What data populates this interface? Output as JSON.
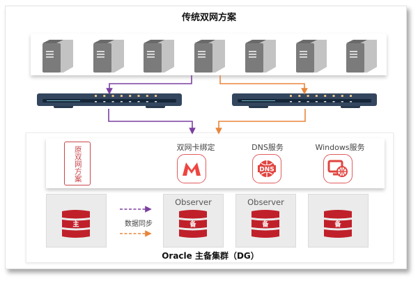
{
  "title": "传统双网方案",
  "servers": [
    {
      "name": "server-1"
    },
    {
      "name": "server-2"
    },
    {
      "name": "server-3"
    },
    {
      "name": "server-4"
    },
    {
      "name": "server-5"
    },
    {
      "name": "server-6"
    },
    {
      "name": "server-7"
    }
  ],
  "switches": [
    {
      "name": "switch-left",
      "port_count": 8
    },
    {
      "name": "switch-right",
      "port_count": 8
    }
  ],
  "colors": {
    "network_a": "#7b3fa0",
    "network_b": "#e8863c",
    "accent_red": "#c0202a",
    "icon_red": "#e05c5c",
    "switch_body": "#33465e"
  },
  "original_scheme_label": "原双网方案",
  "services": [
    {
      "label": "双网卡绑定",
      "icon": "m-logo-icon"
    },
    {
      "label": "DNS服务",
      "icon": "dns-globe-icon"
    },
    {
      "label": "Windows服务",
      "icon": "monitor-globe-icon"
    }
  ],
  "databases": [
    {
      "role": "主",
      "observer_label": ""
    },
    {
      "role": "备",
      "observer_label": "Observer"
    },
    {
      "role": "备",
      "observer_label": "Observer"
    },
    {
      "role": "备",
      "observer_label": ""
    }
  ],
  "sync_label": "数据同步",
  "footer": "Oracle 主备集群（DG）"
}
